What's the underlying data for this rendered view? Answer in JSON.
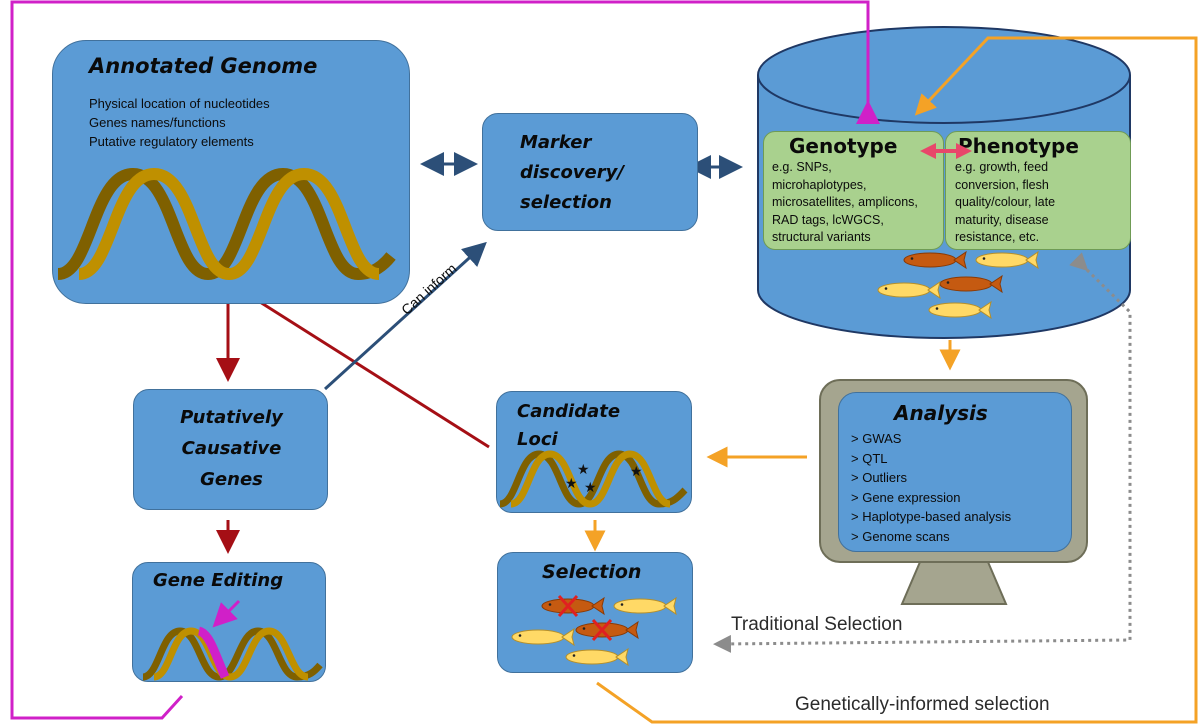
{
  "annotated_genome": {
    "title": "Annotated Genome",
    "lines": [
      "Physical location of nucleotides",
      "Genes names/functions",
      "Putative regulatory elements"
    ]
  },
  "marker": {
    "lines": [
      "Marker",
      "discovery/",
      "selection"
    ]
  },
  "genotype": {
    "title": "Genotype",
    "lines": [
      "e.g. SNPs,",
      "microhaplotypes,",
      "microsatellites, amplicons,",
      "RAD tags, lcWGCS,",
      "structural variants"
    ]
  },
  "phenotype": {
    "title": "Phenotype",
    "lines": [
      "e.g. growth, feed",
      "conversion, flesh",
      "quality/colour, late",
      "maturity, disease",
      "resistance, etc."
    ]
  },
  "analysis": {
    "title": "Analysis",
    "items": [
      "> GWAS",
      "> QTL",
      "> Outliers",
      "> Gene expression",
      "> Haplotype-based analysis",
      "> Genome scans"
    ]
  },
  "putative": {
    "lines": [
      "Putatively",
      "Causative",
      "Genes"
    ]
  },
  "candidate": {
    "lines": [
      "Candidate",
      "Loci"
    ]
  },
  "gene_editing": {
    "title": "Gene Editing"
  },
  "selection": {
    "title": "Selection"
  },
  "labels": {
    "can_inform": "Can inform",
    "traditional": "Traditional Selection",
    "genetic": "Genetically-informed selection"
  },
  "colors": {
    "box_fill": "#5b9bd5",
    "green_box": "#a9d18e",
    "dna_light": "#bf9000",
    "dna_dark": "#7f6000",
    "dark_red_arrow": "#a50f15",
    "orange_arrow": "#f4a226",
    "magenta_line": "#d020c8",
    "navy_arrow": "#2c4f78",
    "fish_orange": "#c55a11",
    "fish_yellow": "#ffd966"
  }
}
